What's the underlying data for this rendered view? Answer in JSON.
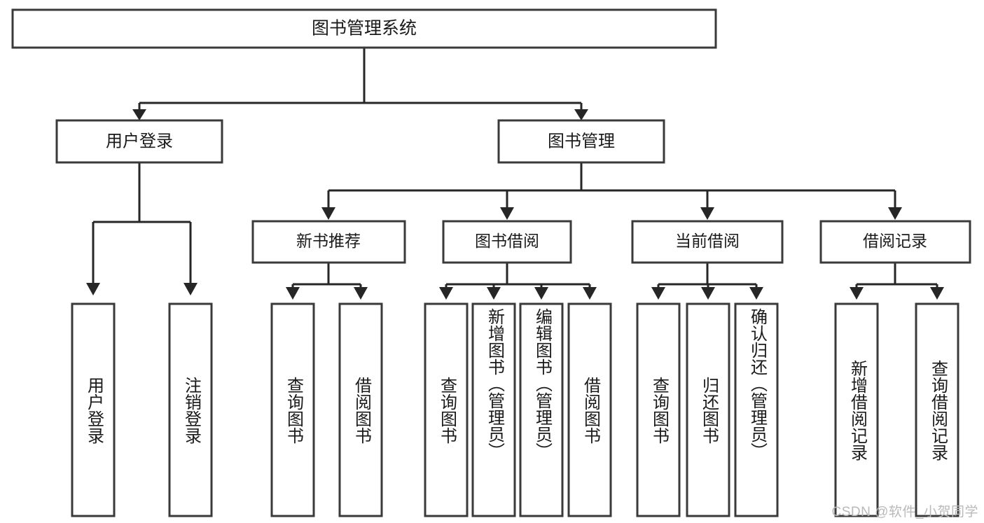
{
  "diagram": {
    "type": "tree",
    "title": "图书管理系统",
    "root": {
      "id": "root",
      "label": "图书管理系统"
    },
    "level1": [
      {
        "id": "user-login",
        "label": "用户登录"
      },
      {
        "id": "book-manage",
        "label": "图书管理"
      }
    ],
    "level2": [
      {
        "id": "new-book-rec",
        "label": "新书推荐",
        "parent": "book-manage"
      },
      {
        "id": "book-borrow",
        "label": "图书借阅",
        "parent": "book-manage"
      },
      {
        "id": "current-borrow",
        "label": "当前借阅",
        "parent": "book-manage"
      },
      {
        "id": "borrow-record",
        "label": "借阅记录",
        "parent": "book-manage"
      }
    ],
    "leaves": [
      {
        "id": "leaf-user-login",
        "label": "用户登录",
        "parent": "user-login"
      },
      {
        "id": "leaf-logout-login",
        "label": "注销登录",
        "parent": "user-login"
      },
      {
        "id": "leaf-query-book-1",
        "label": "查询图书",
        "parent": "new-book-rec"
      },
      {
        "id": "leaf-borrow-book-1",
        "label": "借阅图书",
        "parent": "new-book-rec"
      },
      {
        "id": "leaf-query-book-2",
        "label": "查询图书",
        "parent": "book-borrow"
      },
      {
        "id": "leaf-add-book",
        "label": "新增图书（管理员）",
        "parent": "book-borrow"
      },
      {
        "id": "leaf-edit-book",
        "label": "编辑图书（管理员）",
        "parent": "book-borrow"
      },
      {
        "id": "leaf-borrow-book-2",
        "label": "借阅图书",
        "parent": "book-borrow"
      },
      {
        "id": "leaf-query-book-3",
        "label": "查询图书",
        "parent": "current-borrow"
      },
      {
        "id": "leaf-return-book",
        "label": "归还图书",
        "parent": "current-borrow"
      },
      {
        "id": "leaf-confirm-return",
        "label": "确认归还（管理员）",
        "parent": "current-borrow"
      },
      {
        "id": "leaf-add-record",
        "label": "新增借阅记录",
        "parent": "borrow-record"
      },
      {
        "id": "leaf-query-record",
        "label": "查询借阅记录",
        "parent": "borrow-record"
      }
    ]
  },
  "watermark": {
    "text": "CSDN @软件_小贺同学"
  },
  "colors": {
    "box_stroke": "#3a3a3a",
    "edge": "#262626",
    "background": "#ffffff",
    "text": "#1a1a1a",
    "watermark": "#b9b9b9"
  }
}
